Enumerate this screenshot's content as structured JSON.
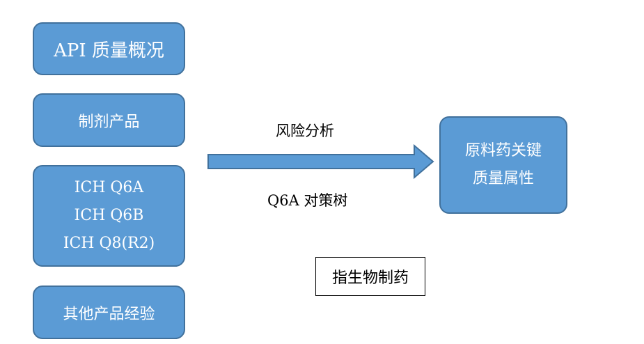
{
  "title": "",
  "left_boxes": {
    "api": "API 质量概况",
    "formulation": "制剂产品",
    "ich": [
      "ICH Q6A",
      "ICH Q6B",
      "ICH Q8(R2)"
    ],
    "other": "其他产品经验"
  },
  "arrow": {
    "top_label": "风险分析",
    "bottom_label": "Q6A 对策树"
  },
  "target_box": [
    "原料药关键",
    "质量属性"
  ],
  "note_box": "指生物制药",
  "colors": {
    "box_fill": "#5b9bd5",
    "box_border": "#41719c",
    "box_text": "#ffffff"
  }
}
